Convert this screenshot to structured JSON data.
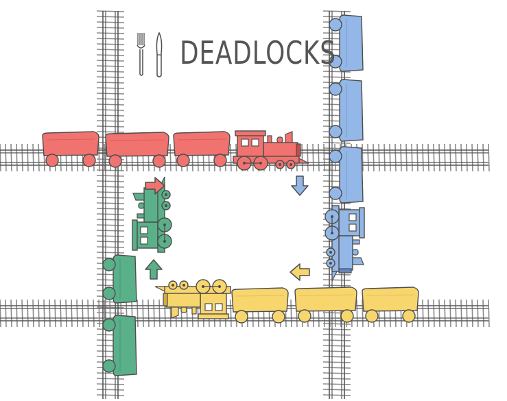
{
  "title": "DEADLOCKS",
  "title_icons": [
    "fork-icon",
    "knife-icon"
  ],
  "colors": {
    "red": "#f07370",
    "red_dark": "#c84a48",
    "blue": "#93b7e6",
    "blue_dark": "#5f86bf",
    "green": "#5ab089",
    "green_dark": "#3a8263",
    "yellow": "#f8d66e",
    "yellow_dark": "#d2ac3f",
    "ink": "#4d4d4d",
    "rail": "#555555",
    "tie": "#8a8a8a"
  },
  "trains": [
    {
      "name": "red-train",
      "color": "red",
      "direction": "right",
      "cars": 3
    },
    {
      "name": "blue-train",
      "color": "blue",
      "direction": "down",
      "cars": 3
    },
    {
      "name": "yellow-train",
      "color": "yellow",
      "direction": "left",
      "cars": 3
    },
    {
      "name": "green-train",
      "color": "green",
      "direction": "up",
      "cars": 2
    }
  ],
  "arrows": [
    {
      "name": "red-arrow-right",
      "color": "red",
      "direction": "right"
    },
    {
      "name": "blue-arrow-down",
      "color": "blue",
      "direction": "down"
    },
    {
      "name": "yellow-arrow-left",
      "color": "yellow",
      "direction": "left"
    },
    {
      "name": "green-arrow-up",
      "color": "green",
      "direction": "up"
    }
  ]
}
